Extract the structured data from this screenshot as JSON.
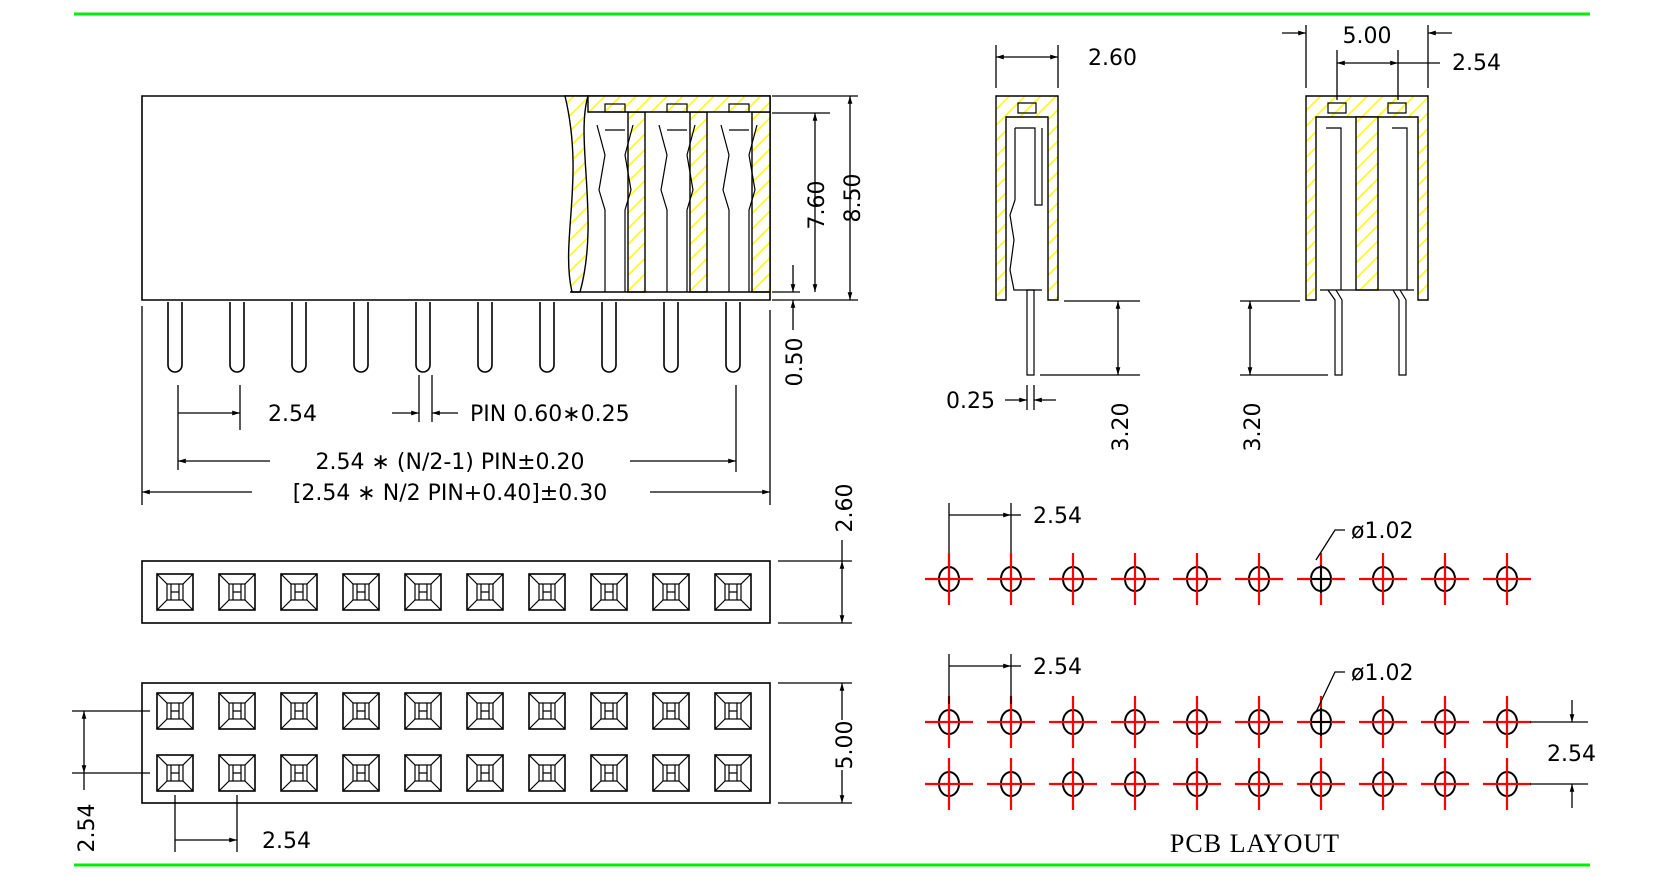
{
  "drawing": {
    "accent_colors": {
      "frame_line": "#00ee00",
      "hatch": "#ffff00",
      "pcb_centerline": "#ff0000"
    },
    "pin_count_per_row": 10,
    "front_view": {
      "dims": {
        "height_total": "8.50",
        "height_body_cavity": "7.60",
        "standoff": "0.50",
        "pitch": "2.54",
        "pin_size": "PIN 0.60∗0.25",
        "pin_span": "2.54 ∗ (N/2-1) PIN±0.20",
        "overall_length": "[2.54 ∗ N/2 PIN+0.40]±0.30"
      }
    },
    "side_view_single": {
      "dims": {
        "width": "2.60",
        "pin_thickness": "0.25",
        "tail_length": "3.20"
      }
    },
    "side_view_double": {
      "dims": {
        "width": "5.00",
        "row_pitch": "2.54",
        "tail_length": "3.20"
      }
    },
    "top_view_single": {
      "dims": {
        "width": "2.60"
      }
    },
    "top_view_double": {
      "dims": {
        "width": "5.00",
        "row_pitch": "2.54",
        "pitch": "2.54"
      }
    },
    "pcb_layout": {
      "title": "PCB LAYOUT",
      "single_row": {
        "pitch": "2.54",
        "hole_diameter": "ø1.02",
        "holes": 10
      },
      "double_row": {
        "pitch": "2.54",
        "hole_diameter": "ø1.02",
        "row_pitch": "2.54",
        "holes_per_row": 10
      }
    }
  }
}
